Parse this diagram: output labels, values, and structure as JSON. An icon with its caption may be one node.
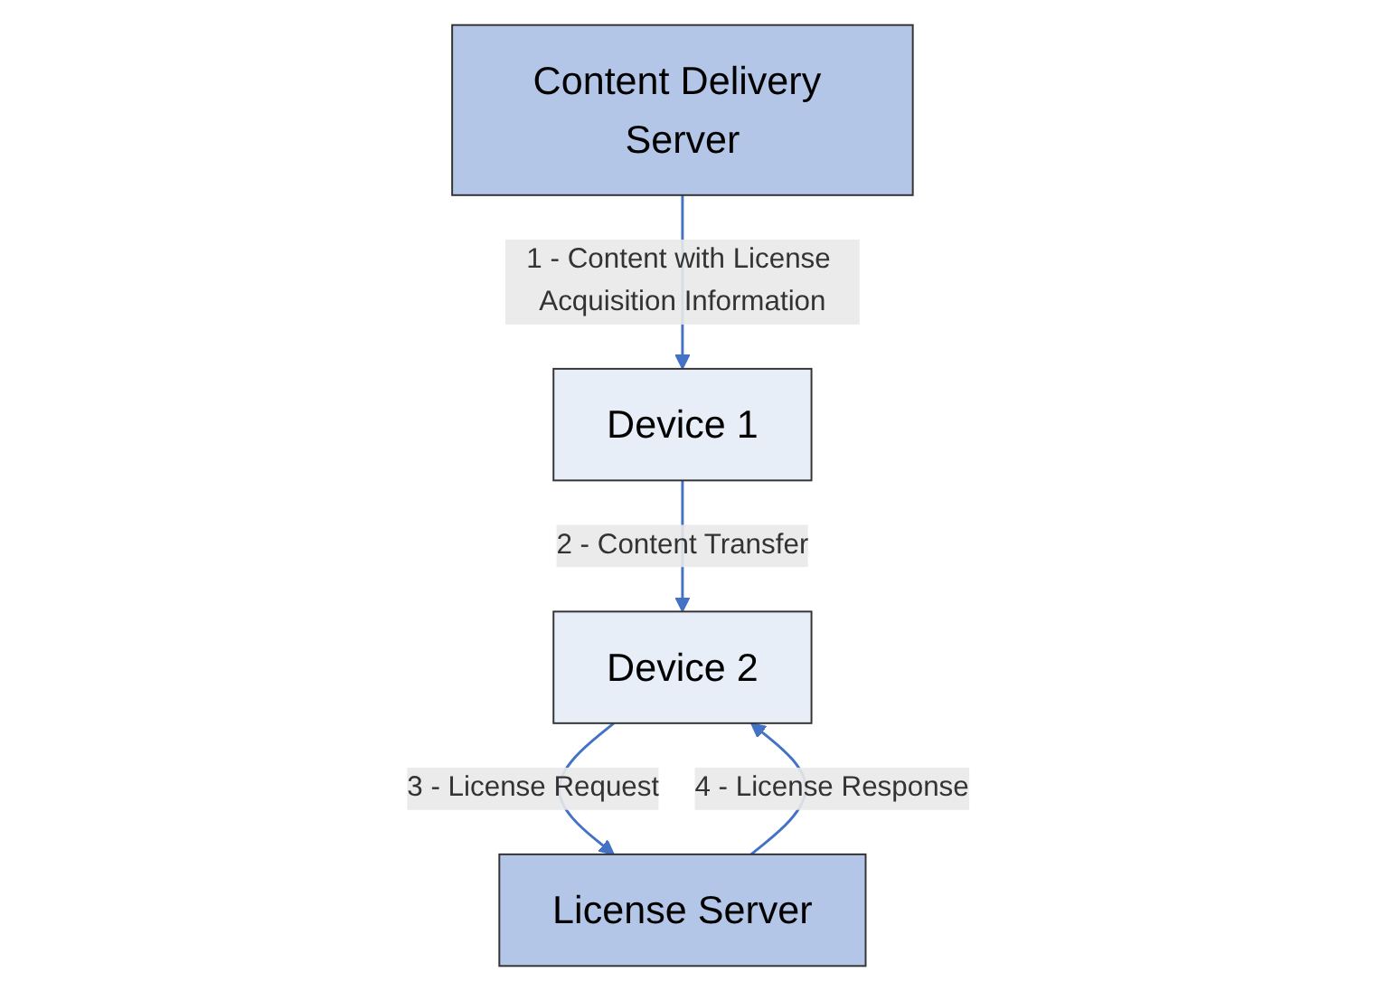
{
  "diagram": {
    "nodes": [
      {
        "text": [
          "Content Delivery Server"
        ]
      },
      {
        "text": [
          "License Server"
        ]
      },
      {
        "text": [
          "Device 1"
        ]
      },
      {
        "text": [
          "Device 2"
        ]
      }
    ],
    "edges": [
      {
        "from": 0,
        "to": 2,
        "arrow": "to",
        "label": "1 - Content with License Acquisition Information"
      },
      {
        "from": 2,
        "to": 3,
        "arrow": "to",
        "label": "2 - Content Transfer"
      },
      {
        "from": 3,
        "to": 1,
        "arrow": "to",
        "label": "3 - License Request"
      },
      {
        "from": 1,
        "to": 3,
        "arrow": "to",
        "label": "4 - License Response"
      }
    ]
  }
}
